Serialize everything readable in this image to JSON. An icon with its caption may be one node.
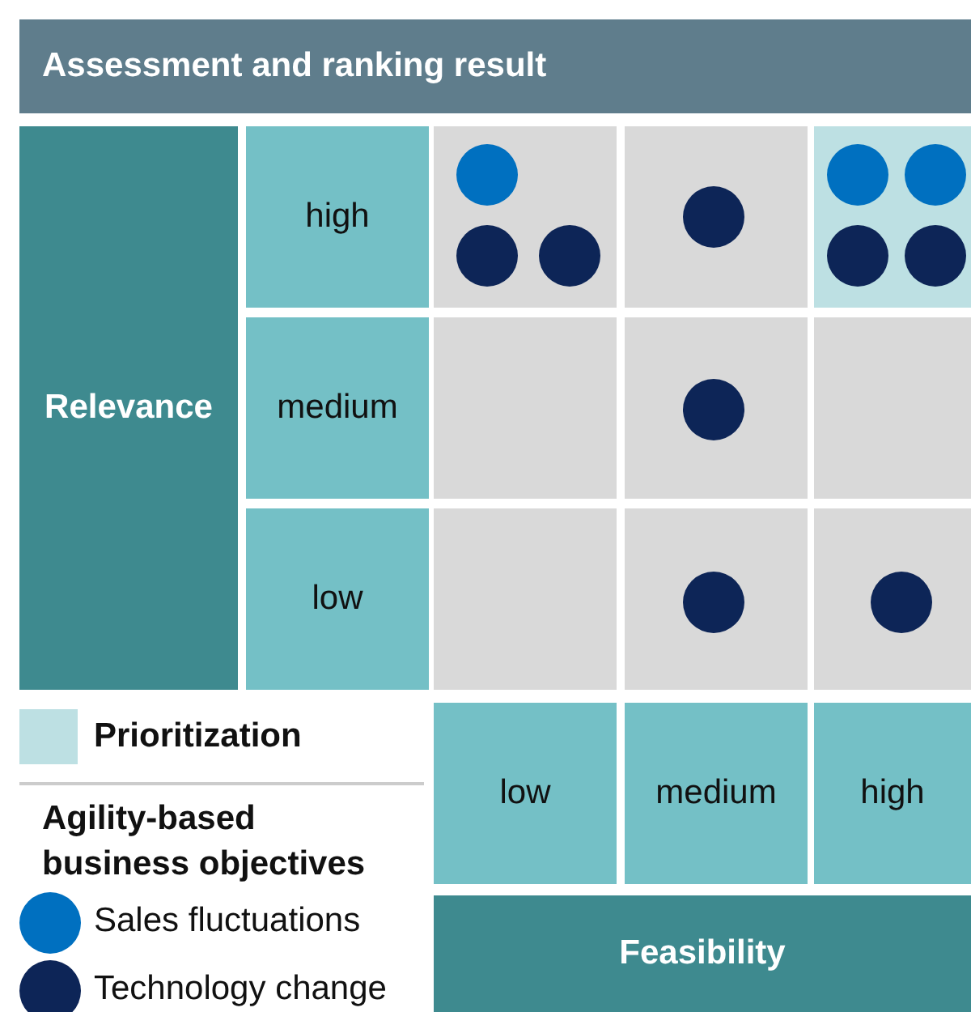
{
  "diagram": {
    "nodes": [
      {
        "text": [
          "Assessment and ranking result"
        ]
      },
      {
        "text": [
          "Relevance"
        ]
      },
      {
        "text": [
          "high"
        ]
      },
      {
        "text": [],
        "shape": "box"
      },
      {
        "text": [],
        "shape": "circle",
        "in": 3
      },
      {
        "text": [],
        "shape": "circle",
        "in": 3
      },
      {
        "text": [],
        "shape": "circle",
        "in": 3
      },
      {
        "text": [],
        "shape": "box"
      },
      {
        "text": [],
        "shape": "circle",
        "in": 7
      },
      {
        "text": [],
        "shape": "box"
      },
      {
        "text": [],
        "shape": "circle",
        "in": 9
      },
      {
        "text": [],
        "shape": "circle",
        "in": 9
      },
      {
        "text": [],
        "shape": "circle",
        "in": 9
      },
      {
        "text": [],
        "shape": "circle",
        "in": 9
      },
      {
        "text": [
          "medium"
        ]
      },
      {
        "text": [],
        "shape": "box"
      },
      {
        "text": [],
        "shape": "box"
      },
      {
        "text": [],
        "shape": "circle",
        "in": 16
      },
      {
        "text": [],
        "shape": "box"
      },
      {
        "text": [
          "low"
        ]
      },
      {
        "text": [],
        "shape": "box"
      },
      {
        "text": [],
        "shape": "box"
      },
      {
        "text": [],
        "shape": "circle",
        "in": 21
      },
      {
        "text": [],
        "shape": "box"
      },
      {
        "text": [],
        "shape": "circle",
        "in": 23
      },
      {
        "text": [
          "low"
        ]
      },
      {
        "text": [
          "medium"
        ]
      },
      {
        "text": [
          "high"
        ]
      },
      {
        "text": [
          "Feasibility"
        ]
      }
    ],
    "labels": [
      "Agility-based business objectives"
    ],
    "legend": [
      {
        "text": "Prioritization",
        "color": "#bde0e3"
      },
      {
        "text": "Sales fluctuations",
        "color": "#0070c0"
      },
      {
        "text": "Technology change",
        "color": "#0d2557"
      }
    ]
  }
}
